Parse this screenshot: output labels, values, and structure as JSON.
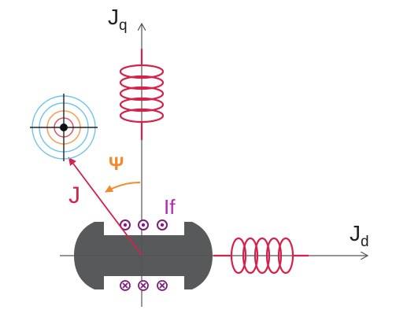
{
  "labels": {
    "jq": {
      "main": "J",
      "sub": "q"
    },
    "jd": {
      "main": "J",
      "sub": "d"
    },
    "current": "J",
    "angle": "Ψ",
    "field": "If"
  },
  "colors": {
    "axis": "#555555",
    "coil": "#d4224a",
    "current_vector": "#d4224a",
    "angle_arc": "#f28a2c",
    "field_label": "#b528b5",
    "conductor": "#7a1f7a",
    "rotor": "#58595b",
    "target_outer": "#6ec6e6",
    "target_mid": "#f2a35b",
    "target_inner": "#e05a6a",
    "crosshair": "#222222"
  },
  "icons": {
    "dot_conductor": "circled-dot-icon",
    "cross_conductor": "circled-x-icon",
    "target": "crosshair-target-icon"
  }
}
